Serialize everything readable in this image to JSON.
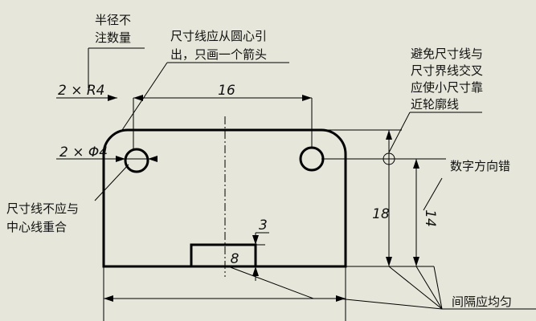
{
  "notes": {
    "radius_no_count": [
      "半径不",
      "注数量"
    ],
    "dim_from_center": [
      "尺寸线应从圆心引",
      "出，只画一个箭头"
    ],
    "avoid_crossing": [
      "避免尺寸线与",
      "尺寸界线交叉",
      "应使小尺寸靠",
      "近轮廓线"
    ],
    "digit_direction": "数字方向错",
    "not_on_centerline": [
      "尺寸线不应与",
      "中心线重合"
    ],
    "equal_spacing": "间隔应均匀"
  },
  "dimensions": {
    "radius": "2 × R4",
    "width_16": "16",
    "holes": "2 × Φ4",
    "height_18": "18",
    "height_14": "14",
    "slot_depth": "3",
    "slot_width": "8"
  },
  "colors": {
    "background": "#e6e6da",
    "line": "#000000"
  }
}
